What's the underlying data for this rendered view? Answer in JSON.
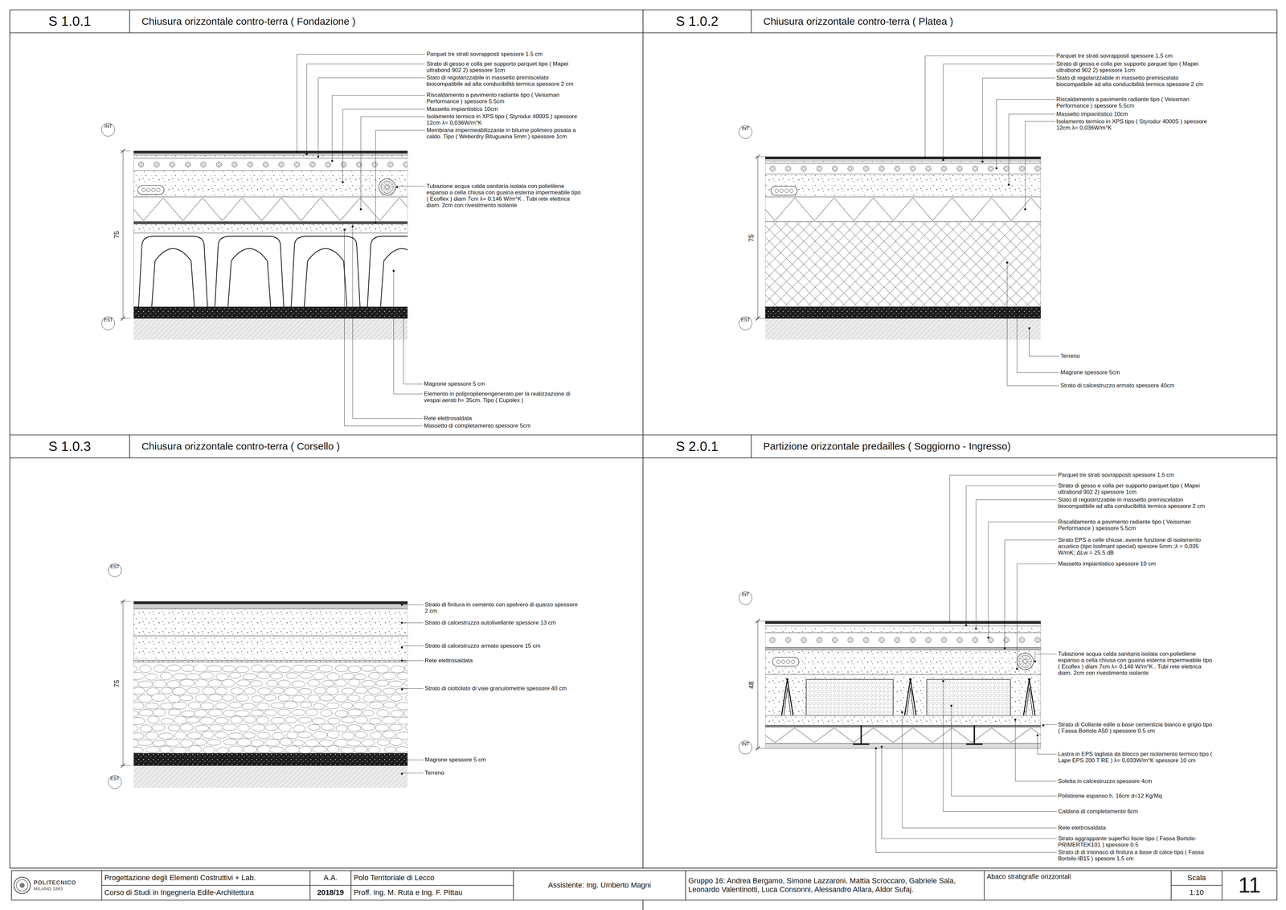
{
  "diagram": {
    "nodes": [
      {
        "text": [
          "S 1.0.1",
          "Chiusura orizzontale contro-terra ( Fondazione )"
        ]
      },
      {
        "text": [
          "INT"
        ],
        "in": 0
      },
      {
        "text": [
          "EST"
        ],
        "in": 0
      },
      {
        "text": [
          "S 1.0.2",
          "Chiusura orizzontale contro-terra ( Platea )"
        ]
      },
      {
        "text": [
          "INT"
        ],
        "in": 3
      },
      {
        "text": [
          "EST"
        ],
        "in": 3
      },
      {
        "text": [
          "S 1.0.3",
          "Chiusura orizzontale contro-terra ( Corsello )"
        ]
      },
      {
        "text": [
          "EST"
        ],
        "in": 6
      },
      {
        "text": [
          "EST"
        ],
        "in": 6
      },
      {
        "text": [
          "S 2.0.1",
          "Partizione orizzontale predailles ( Soggiorno - Ingresso)"
        ]
      },
      {
        "text": [
          "INT"
        ],
        "in": 9
      },
      {
        "text": [
          "INT"
        ],
        "in": 9
      },
      {
        "text": [
          "POLITECNICO",
          "MILANO 1863"
        ]
      },
      {
        "text": [
          "Progettazione degli Elementi Costruttivi + Lab."
        ]
      },
      {
        "text": [
          "Corso di Studi in Ingegneria Edile-Architettura"
        ]
      },
      {
        "text": [
          "A.A."
        ]
      },
      {
        "text": [
          "2018/19"
        ]
      },
      {
        "text": [
          "Polo Territoriale di Lecco"
        ]
      },
      {
        "text": [
          "Proff. Ing. M. Ruta e Ing. F. Pittau"
        ]
      },
      {
        "text": [
          "Assistente: Ing. Umberto Magni"
        ]
      },
      {
        "text": [
          "Gruppo 16: Andrea Bergamo, Simone Lazzaroni, Mattia Scroccaro, Gabriele Sala, Leonardo Valentinotti, Luca Consonni, Alessandro Allara, Aldor Sufaj."
        ]
      },
      {
        "text": [
          "Abaco stratigrafie orizzontali"
        ]
      },
      {
        "text": [
          "Scala"
        ]
      },
      {
        "text": [
          "1:10"
        ]
      },
      {
        "text": [
          "11"
        ]
      }
    ],
    "labels": [
      "Parquet tre strati sovrapposti spessore 1.5 cm",
      "Strato di gesso e colla per supporto parquet tipo ( Mapei ultrabond 902 2) spessore 1cm",
      "Stato di regolarizzabile in massetto premiscelato biocompatibile ad alta conducibilità termica spessore 2 cm",
      "Riscaldamento a pavimento radiante tipo ( Veissman Performance ) spessore 5.5cm",
      "Massetto impiantistico 10cm",
      "Isolamento termico in XPS tipo ( Styrodur 4000S ) spessore 12cm λ= 0,036W/m°K",
      "Membrana impermeabilizzante in bitume polimero posata a caldo. Tipo ( Weberdry Bituguaina 5mm ) spessore 1cm",
      "Tubazione acqua calda sanitaria isolata con polietilene espanso a cella chiusa con guaina esterna impermeabile tipo ( Ecoflex ) diam 7cm λ= 0.146 W/m°K . Tubi rete elettrica diam. 2cm con rivestimento isolante",
      "Magrone spessore 5 cm",
      "Elemento in polipropilenerigenerato per la realizzazione di vespai aerati h= 35cm. Tipo ( Cupolex )",
      "Rete elettrosaldata",
      "Massetto di completamento spessore 5cm",
      "75",
      "Parquet tre strati sovrapposti spessore 1.5 cm",
      "Strato di gesso e colla per supporto parquet tipo ( Mapei ultrabond 902 2) spessore 1cm",
      "Stato di regolarizzabile in massetto premiscelato biocompatibile ad alta conducibilità termica spessore 2 cm",
      "Riscaldamento a pavimento radiante tipo ( Veissman Performance ) spessore 5.5cm",
      "Massetto impiantistico 10cm",
      "Isolamento termico in XPS tipo ( Styrodur 4000S ) spessore 12cm λ= 0,036W/m°K",
      "Terreno",
      "Magrone spessore 5cm",
      "Strato di calcestruzzo armato spessore 40cm",
      "75",
      "Strato di finitura in cemento con spolvero di quarzo spessore 2 cm",
      "Strato di calcestruzzo autolivellante spessore 13 cm",
      "Strato di calcestruzzo armato spessore 15 cm",
      "Rete elettrosaldata",
      "Strato di ciottolato di vaie granulometrie spessore 40 cm",
      "Magrone spessore 5 cm",
      "Terreno",
      "75",
      "Parquet tre strati sovrapposti spessore 1.5 cm",
      "Strato di gesso e colla per supporto parquet tipo ( Mapei ultrabond 902 2) spessore 1cm",
      "Stato di regolarizzabile in massetto premiscelaton biocompatibile ad alta conducibilità termica spessore 2 cm",
      "Riscaldamento a pavimento radiante tipo ( Veissman Performance ) spessore 5.5cm",
      "Strato EPS a celle chiuse, avente funzione di isolamento acustico (tipo Isolmant special) spesore 5mm ;λ = 0,035 W/mK; ΔLw = 25.5 dB",
      "Massetto impiantistico spessore 10 cm",
      "Tubazione acqua calda sanitaria isolata con polietilene espanso a cella chiusa con guaina esterna impermeabile tipo ( Ecoflex ) diam 7cm λ= 0.146 W/m°K . Tubi rete elettrica diam. 2cm con rivestimento isolante",
      "Strato di Collante edile a base cementizia bianco e grigio tipo ( Fassa Bortolo A50 ) spessore 0.5 cm",
      "Lastra in EPS tagliata da blocco per isolamento termico tipo ( Lape EPS 200 T RE ) λ= 0,033W/m°K spessore 10 cm",
      "Soletta in calcestruzzo spessore 4cm",
      "Polistirene espanso h. 16cm d=12 Kg/Mq",
      "Caldana di completamento 6cm",
      "Rete elettrosaldata",
      "Strato aggrappante superfici liscie tipo ( Fassa Bortolo-PRIMERTEK101 ) spessore 0.5",
      "Strato di di intonaco di finitura a base di calce tipo ( Fassa Bortolo-IB15 ) spesore 1.5 cm",
      "48"
    ]
  }
}
